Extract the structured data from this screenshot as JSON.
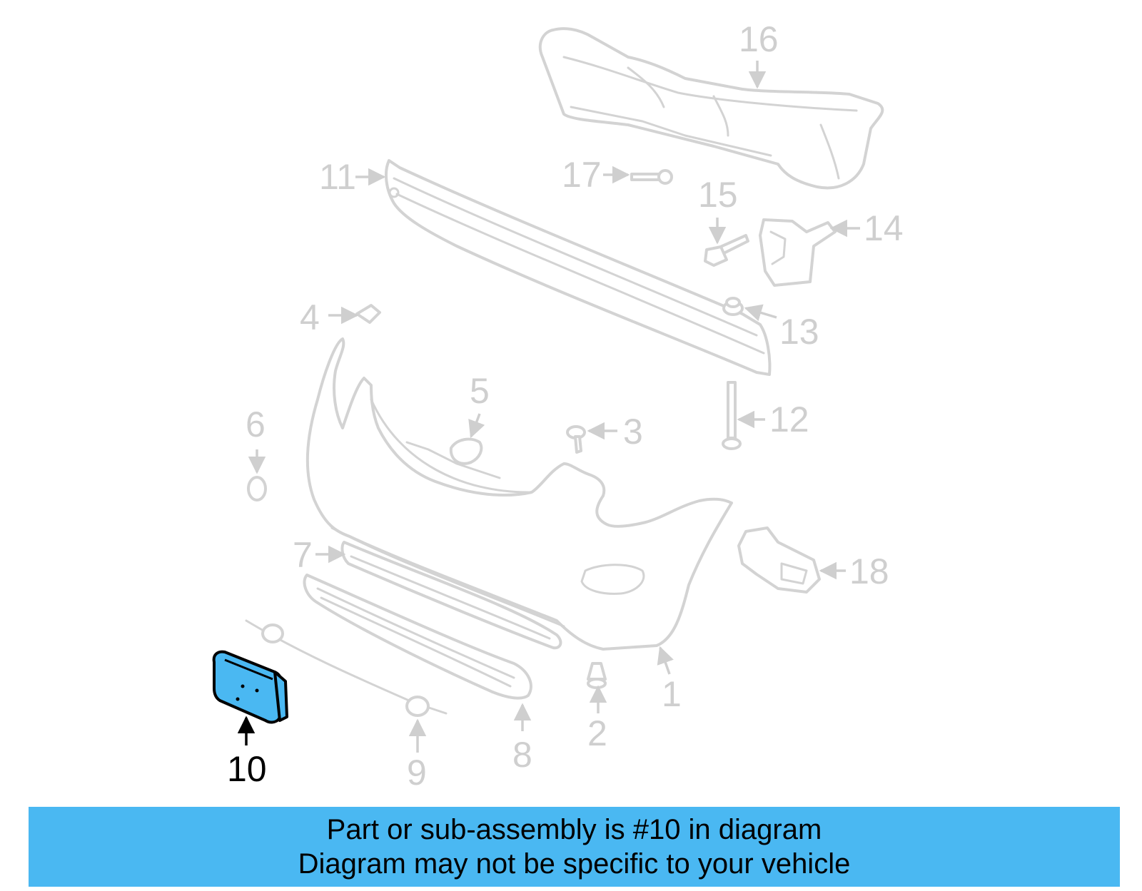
{
  "callouts": [
    "1",
    "2",
    "3",
    "4",
    "5",
    "6",
    "7",
    "8",
    "9",
    "10",
    "11",
    "12",
    "13",
    "14",
    "15",
    "16",
    "17",
    "18"
  ],
  "highlighted_callout": "10",
  "colors": {
    "highlight": "#4ab8f2",
    "part_line": "#d3d3d3",
    "callout_text": "#cfcfcf"
  },
  "banner": {
    "line1": "Part or sub-assembly is #10 in diagram",
    "line2": "Diagram may not be specific to your vehicle"
  }
}
